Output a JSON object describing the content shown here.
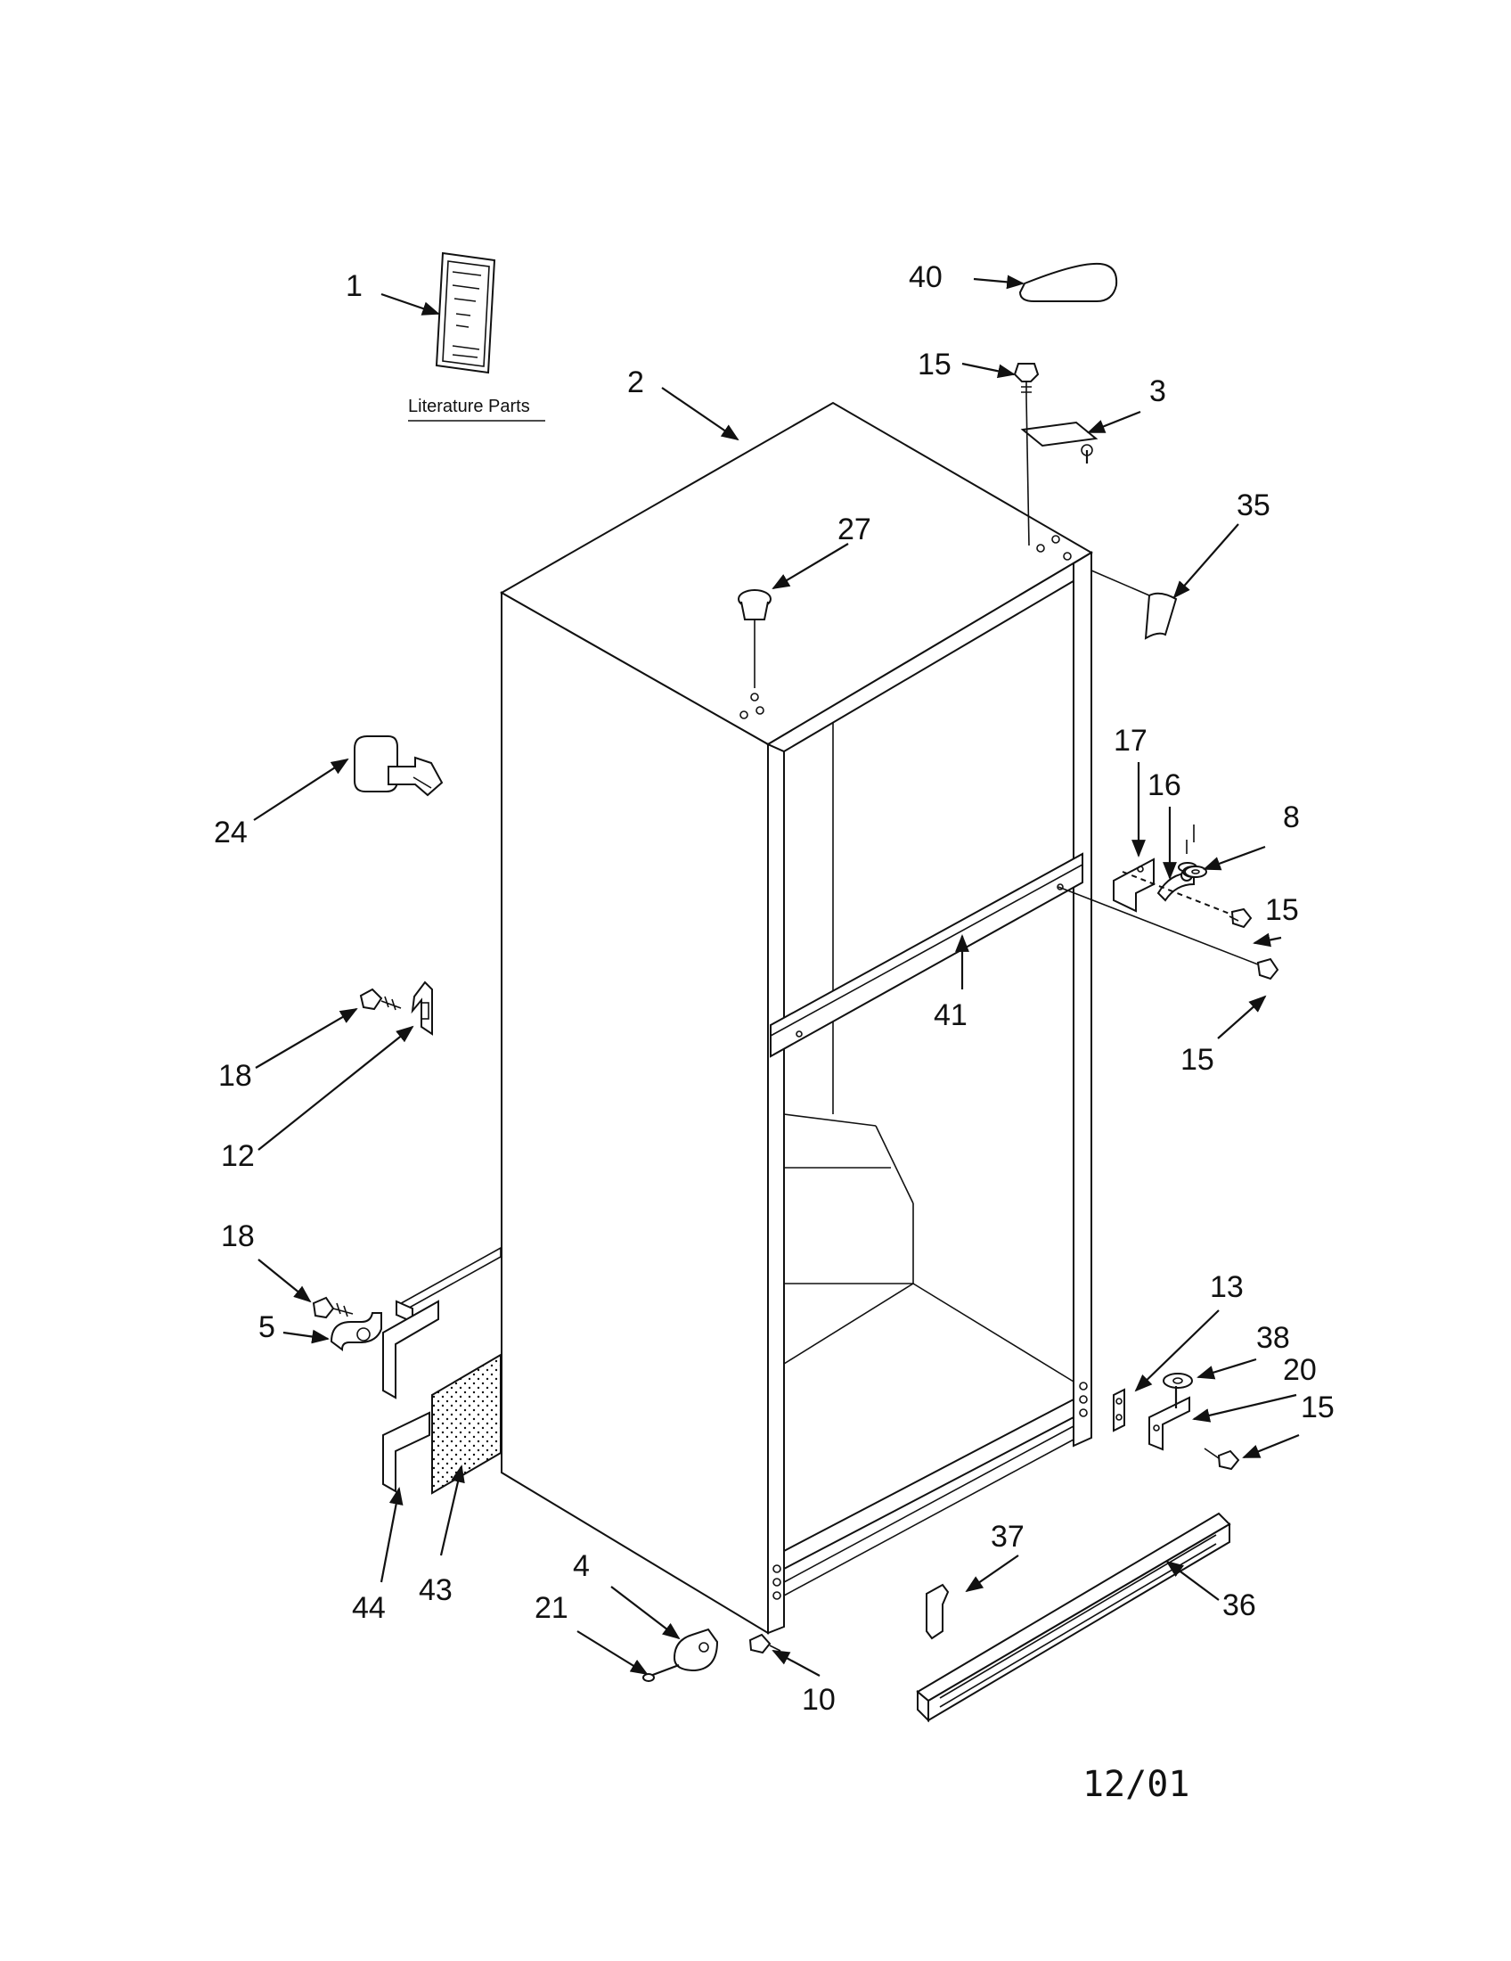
{
  "literature_caption": "Literature Parts",
  "date_code": "12/01",
  "callouts": {
    "c1": "1",
    "c2": "2",
    "c3": "3",
    "c4": "4",
    "c5": "5",
    "c8": "8",
    "c10": "10",
    "c12": "12",
    "c13": "13",
    "c15a": "15",
    "c15b": "15",
    "c15c": "15",
    "c15d": "15",
    "c16": "16",
    "c17": "17",
    "c18a": "18",
    "c18b": "18",
    "c20": "20",
    "c21": "21",
    "c24": "24",
    "c27": "27",
    "c35": "35",
    "c36": "36",
    "c37": "37",
    "c38": "38",
    "c40": "40",
    "c41": "41",
    "c43": "43",
    "c44": "44"
  }
}
